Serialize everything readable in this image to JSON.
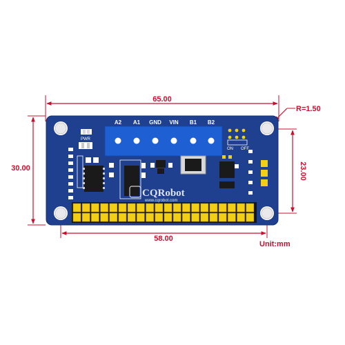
{
  "dimensions": {
    "board_width": "65.00",
    "board_height": "30.00",
    "hole_spacing_x": "58.00",
    "hole_spacing_y": "23.00",
    "corner_radius": "R=1.50",
    "unit": "Unit:mm"
  },
  "terminals": [
    "A2",
    "A1",
    "GND",
    "VIN",
    "B1",
    "B2"
  ],
  "silkscreen": {
    "pwr": "PWR",
    "on": "ON",
    "off": "OFF"
  },
  "watermark": {
    "brand": "CQRobot",
    "url": "www.cqrobot.com"
  },
  "colors": {
    "pcb": "#1f3f8f",
    "dimension": "#c8102e",
    "terminal_block": "#1f5fd4",
    "header_pins": "#f2cf14"
  },
  "header_pin_count": 40
}
